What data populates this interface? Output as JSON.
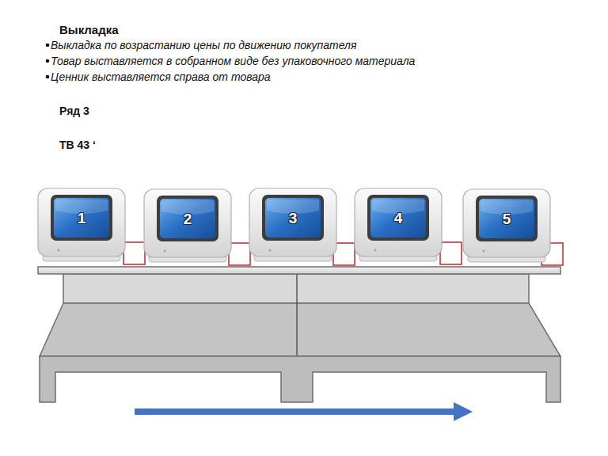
{
  "diagram": {
    "title": "Выкладка",
    "nodes": [
      {
        "text": [
          "1"
        ]
      },
      {
        "text": [
          "2"
        ]
      },
      {
        "text": [
          "3"
        ]
      },
      {
        "text": [
          "4"
        ]
      },
      {
        "text": [
          "5"
        ]
      }
    ],
    "labels": [
      "Выкладка по возрастанию цены по движению покупателя",
      "Товар выставляется в собранном виде без упаковочного материала",
      "Ценник выставляется справа от товара",
      "Ряд 3",
      "ТВ 43 ‘"
    ]
  }
}
